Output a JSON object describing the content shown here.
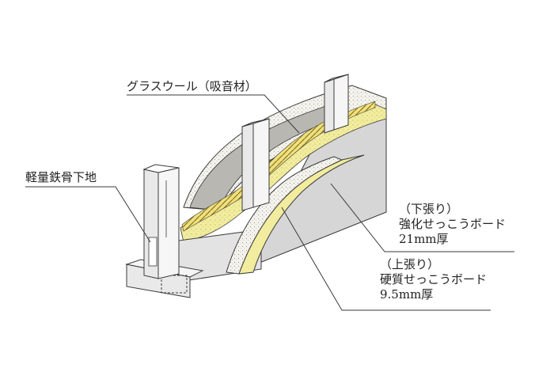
{
  "labels": {
    "glass_wool": "グラスウール（吸音材）",
    "steel_frame": "軽量鉄骨下地",
    "lower_board": {
      "line1": "（下張り）",
      "line2": "強化せっこうボード",
      "line3": "21mm厚"
    },
    "upper_board": {
      "line1": "（上張り）",
      "line2": "硬質せっこうボード",
      "line3": "9.5mm厚"
    }
  },
  "colors": {
    "board_face": "#d6d6d6",
    "board_edge": "#ecebe6",
    "glass_wool": "#f1ec9e",
    "insulation_gap": "#b9b7b2",
    "stud": "#e9e9e9",
    "line": "#3a3a3a"
  }
}
